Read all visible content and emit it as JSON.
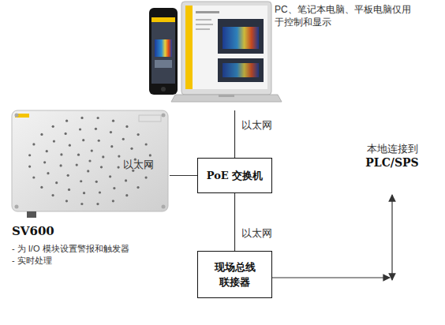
{
  "diagram": {
    "nodes": [
      {
        "text": [
          "PC、笔记本电脑、平板电脑仅用于控制和显示"
        ]
      },
      {
        "text": [
          "SV600",
          "- 为 I/O 模块设置警报和触发器",
          "- 实时处理"
        ]
      },
      {
        "text": [
          "PoE 交换机"
        ]
      },
      {
        "text": [
          "现场总线 联接器"
        ]
      }
    ],
    "edges": [
      {
        "from": 0,
        "to": 2,
        "label": "以太网",
        "arrow": "none"
      },
      {
        "from": 1,
        "to": 2,
        "label": "以太网",
        "arrow": "none"
      },
      {
        "from": 2,
        "to": 3,
        "label": "以太网",
        "arrow": "none"
      }
    ],
    "labels": [
      "本地连接到",
      "PLC/SPS"
    ]
  }
}
